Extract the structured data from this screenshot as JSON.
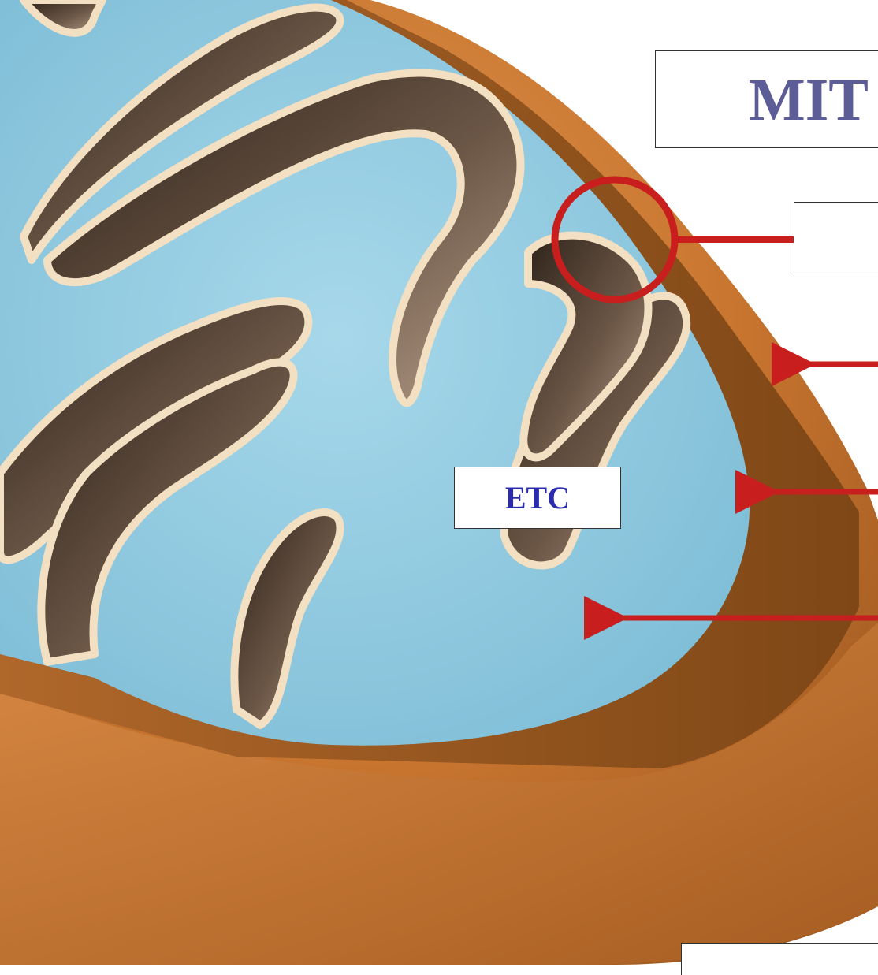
{
  "diagram": {
    "title_partial": "MIT",
    "labels": [
      {
        "id": "etc",
        "text": "ETC"
      }
    ],
    "colors": {
      "title": "#5c5c96",
      "label_text": "#2b2bb0",
      "pointer": "#c81e1e",
      "outer_membrane": "#c8752f",
      "matrix": "#8cc6dc",
      "cristae_shadow": "#4a3a2e",
      "membrane_edge": "#f3dfc2"
    },
    "icons": [
      "highlight-circle",
      "arrow-left-icon"
    ]
  }
}
